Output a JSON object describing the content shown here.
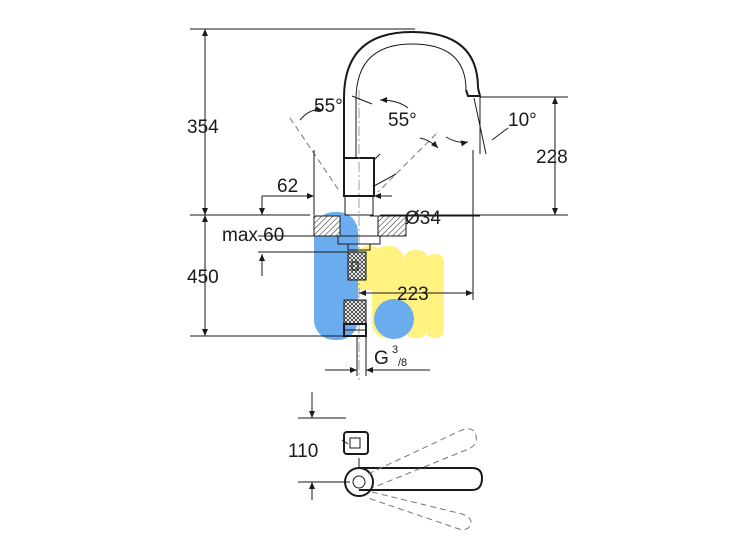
{
  "dimensions": {
    "height_total": "354",
    "height_spout": "228",
    "height_hose": "450",
    "base_offset": "62",
    "max_thickness": "max.60",
    "hole_diameter": "Ø34",
    "reach": "223",
    "thread_main": "G",
    "thread_num": "3",
    "thread_den": "/8",
    "swivel_left": "55°",
    "swivel_right": "55°",
    "spout_tilt": "10°",
    "plan_offset": "110"
  },
  "colors": {
    "line": "#1a1a1a",
    "watermark_blue": "#64a8ef",
    "watermark_yellow": "#fff27a"
  }
}
